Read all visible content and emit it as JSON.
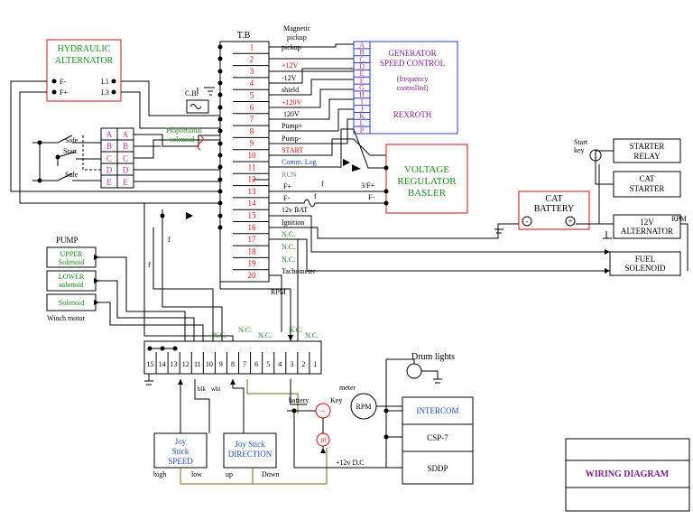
{
  "colors": {
    "red_border": "#d01010",
    "blue_border": "#2b3cc0",
    "magenta": "#cc2aa8",
    "green": "#1a8a1a",
    "blue_text": "#1f4fc0",
    "purple": "#7a1f8a",
    "red": "#e01010",
    "olive": "#6b6b1f",
    "grey_text": "#888888"
  },
  "hydraulic": {
    "line1": "HYDRAULIC",
    "line2": "ALTERNATOR",
    "f_minus": "F-",
    "f_plus": "F+",
    "l1": "L1",
    "l3": "L3"
  },
  "cb_label": "C.B.",
  "tb_title": "T.B",
  "tb_rows": [
    "1",
    "2",
    "3",
    "4",
    "5",
    "6",
    "7",
    "8",
    "9",
    "10",
    "11",
    "12",
    "13",
    "14",
    "15",
    "16",
    "17",
    "18",
    "19",
    "20"
  ],
  "tb_labels": {
    "magnetic": "Magnetic",
    "pickup": "pickup",
    "pickup2": "pickup",
    "plus12v": "+12V",
    "minus12v": "-12V",
    "shield": "shield",
    "plus120v": "+120V",
    "v120": "120V",
    "pump_plus": "Pump+",
    "pump_minus": "Pump-",
    "start": "START",
    "comm_log": "Comm. Log",
    "run": "RUN",
    "f_plus": "F+",
    "f_minus": "F-",
    "bat": "12v BAT",
    "ignition": "Ignition",
    "nc1": "N.C.",
    "nc2": "N.C.",
    "nc3": "N.C.",
    "tachometer": "Tachometer"
  },
  "gen": {
    "letters": [
      "A",
      "B",
      "C",
      "D",
      "E",
      "F",
      "G",
      "H",
      "I",
      "J",
      "K",
      "L",
      "P"
    ],
    "title1": "GENERATOR",
    "title2": "SPEED CONTROL",
    "sub1": "(frequency",
    "sub2": "controlled)",
    "maker": "REXROTH"
  },
  "prop": {
    "line1": "Proportional",
    "line2": "solenoid"
  },
  "switch_letters": [
    "A",
    "B",
    "C",
    "D",
    "E"
  ],
  "switch_labels": {
    "safe1": "Safe",
    "start": "Start",
    "safe2": "Safe"
  },
  "vreg": {
    "line1": "VOLTAGE",
    "line2": "REGULATOR",
    "line3": "BASLER",
    "f3": "3/F+",
    "fminus": "F-"
  },
  "f_marks": {
    "f1": "f",
    "f2": "f",
    "f3": "f",
    "f4": "f"
  },
  "start_key": {
    "line1": "Start",
    "line2": "key",
    "num": "1"
  },
  "starter_relay": {
    "line1": "STARTER",
    "line2": "RELAY"
  },
  "cat_starter": {
    "line1": "CAT",
    "line2": "STARTER"
  },
  "cat_battery": {
    "line1": "CAT",
    "line2": "BATTERY",
    "minus": "-",
    "plus": "+"
  },
  "alt12": {
    "line1": "12V",
    "line2": "ALTERNATOR",
    "rpm": "RPM"
  },
  "fuel": {
    "line1": "FUEL",
    "line2": "SOLENOID"
  },
  "pump": {
    "title": "PUMP",
    "upper1": "UPPER",
    "upper2": "Solenoid",
    "lower1": "LOWER",
    "lower2": "solenoid",
    "winch": "Solenoid",
    "winch_motor": "Winch motor"
  },
  "rpm_label": "RPM",
  "tb2": {
    "nums": [
      "15",
      "14",
      "13",
      "12",
      "11",
      "10",
      "9",
      "8",
      "7",
      "6",
      "5",
      "4",
      "3",
      "2",
      "1"
    ],
    "nc_labels": [
      "N.C.",
      "N.C.",
      "N.C.",
      "N.C.",
      "N.C."
    ],
    "blk": "blk",
    "wht": "wht"
  },
  "joy_speed": {
    "line1": "Joy",
    "line2": "Stick",
    "line3": "SPEED",
    "high": "high",
    "low": "low"
  },
  "joy_dir": {
    "line1": "Joy Stick",
    "line2": "DIRECTION",
    "up": "up",
    "down": "Down"
  },
  "meter": {
    "label": "meter",
    "rpm": "RPM",
    "battery": "battery",
    "key": "Key",
    "minus": "−",
    "fuse": "10",
    "dc": "+12v D.C"
  },
  "drum": "Drum lights",
  "right_stack": {
    "intercom": "INTERCOM",
    "csp": "CSP-7",
    "sddp": "SDDP"
  },
  "title_block": {
    "title": "WIRING DIAGRAM"
  }
}
